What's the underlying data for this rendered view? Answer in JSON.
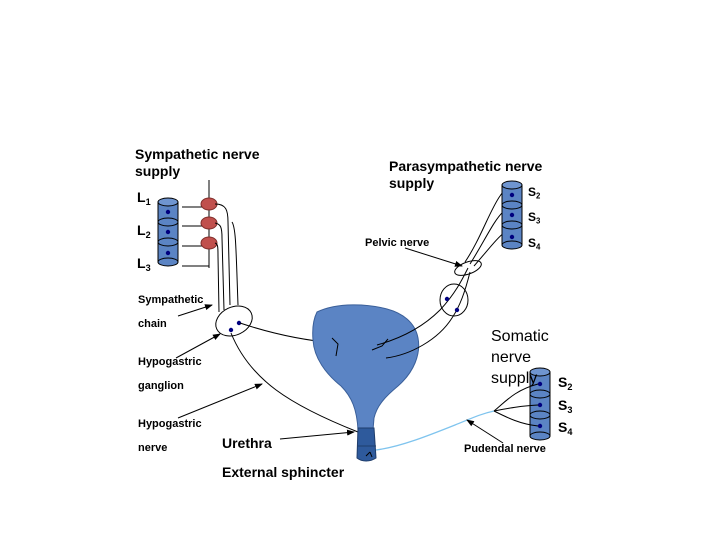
{
  "labels": {
    "sympathetic_supply": [
      "Sympathetic nerve",
      "supply"
    ],
    "parasympathetic_supply": [
      "Parasympathetic nerve",
      "supply"
    ],
    "somatic_supply": [
      "Somatic",
      "nerve",
      "supply"
    ],
    "sympathetic_chain": [
      "Sympathetic",
      "chain"
    ],
    "hypogastric_ganglion": [
      "Hypogastric",
      "ganglion"
    ],
    "hypogastric_nerve": [
      "Hypogastric",
      "nerve"
    ],
    "pelvic_nerve": "Pelvic nerve",
    "pudendal_nerve": "Pudendal nerve",
    "urethra": "Urethra",
    "external_sphincter": "External sphincter"
  },
  "segments": {
    "lumbar": [
      {
        "letter": "L",
        "num": "1"
      },
      {
        "letter": "L",
        "num": "2"
      },
      {
        "letter": "L",
        "num": "3"
      }
    ],
    "sacral_parasympathetic": [
      {
        "letter": "S",
        "num": "2"
      },
      {
        "letter": "S",
        "num": "3"
      },
      {
        "letter": "S",
        "num": "4"
      }
    ],
    "sacral_somatic": [
      {
        "letter": "S",
        "num": "2"
      },
      {
        "letter": "S",
        "num": "3"
      },
      {
        "letter": "S",
        "num": "4"
      }
    ]
  },
  "colors": {
    "bladder": "#5b84c4",
    "spinal_cord": "#5b84c4",
    "ganglion_red": "#c0504d",
    "sphincter": "#2e5a9c",
    "dot": "#00007f",
    "pudendal_line": "#7fc4ee"
  }
}
